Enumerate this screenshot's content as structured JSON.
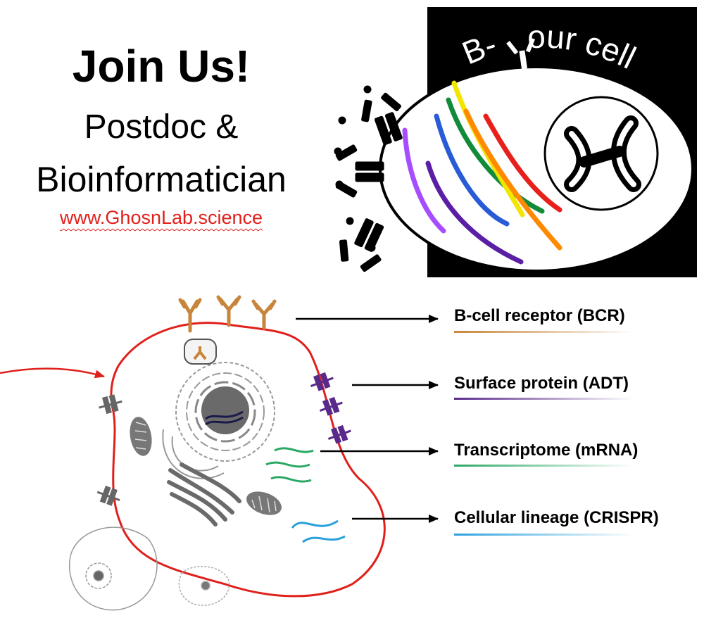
{
  "headline": {
    "title": "Join Us!",
    "subtitle_line1": "Postdoc &",
    "subtitle_line2": "Bioinformatician",
    "url": "www.GhosnLab.science"
  },
  "logo": {
    "text_left": "B-",
    "text_right": "our cell",
    "rainbow_colors": [
      "#a64dff",
      "#5b1fa6",
      "#2a5bd7",
      "#118a3a",
      "#f2e600",
      "#ff8a00",
      "#e8201c"
    ]
  },
  "diagram": {
    "labels": [
      {
        "text": "B-cell receptor (BCR)",
        "color": "#c8843a"
      },
      {
        "text": "Surface protein (ADT)",
        "color": "#5a2a8a"
      },
      {
        "text": "Transcriptome (mRNA)",
        "color": "#2aa864"
      },
      {
        "text": "Cellular lineage (CRISPR)",
        "color": "#2aa0dc"
      }
    ],
    "cell_outline_color": "#e0201b",
    "arrow_color": "#000000"
  }
}
